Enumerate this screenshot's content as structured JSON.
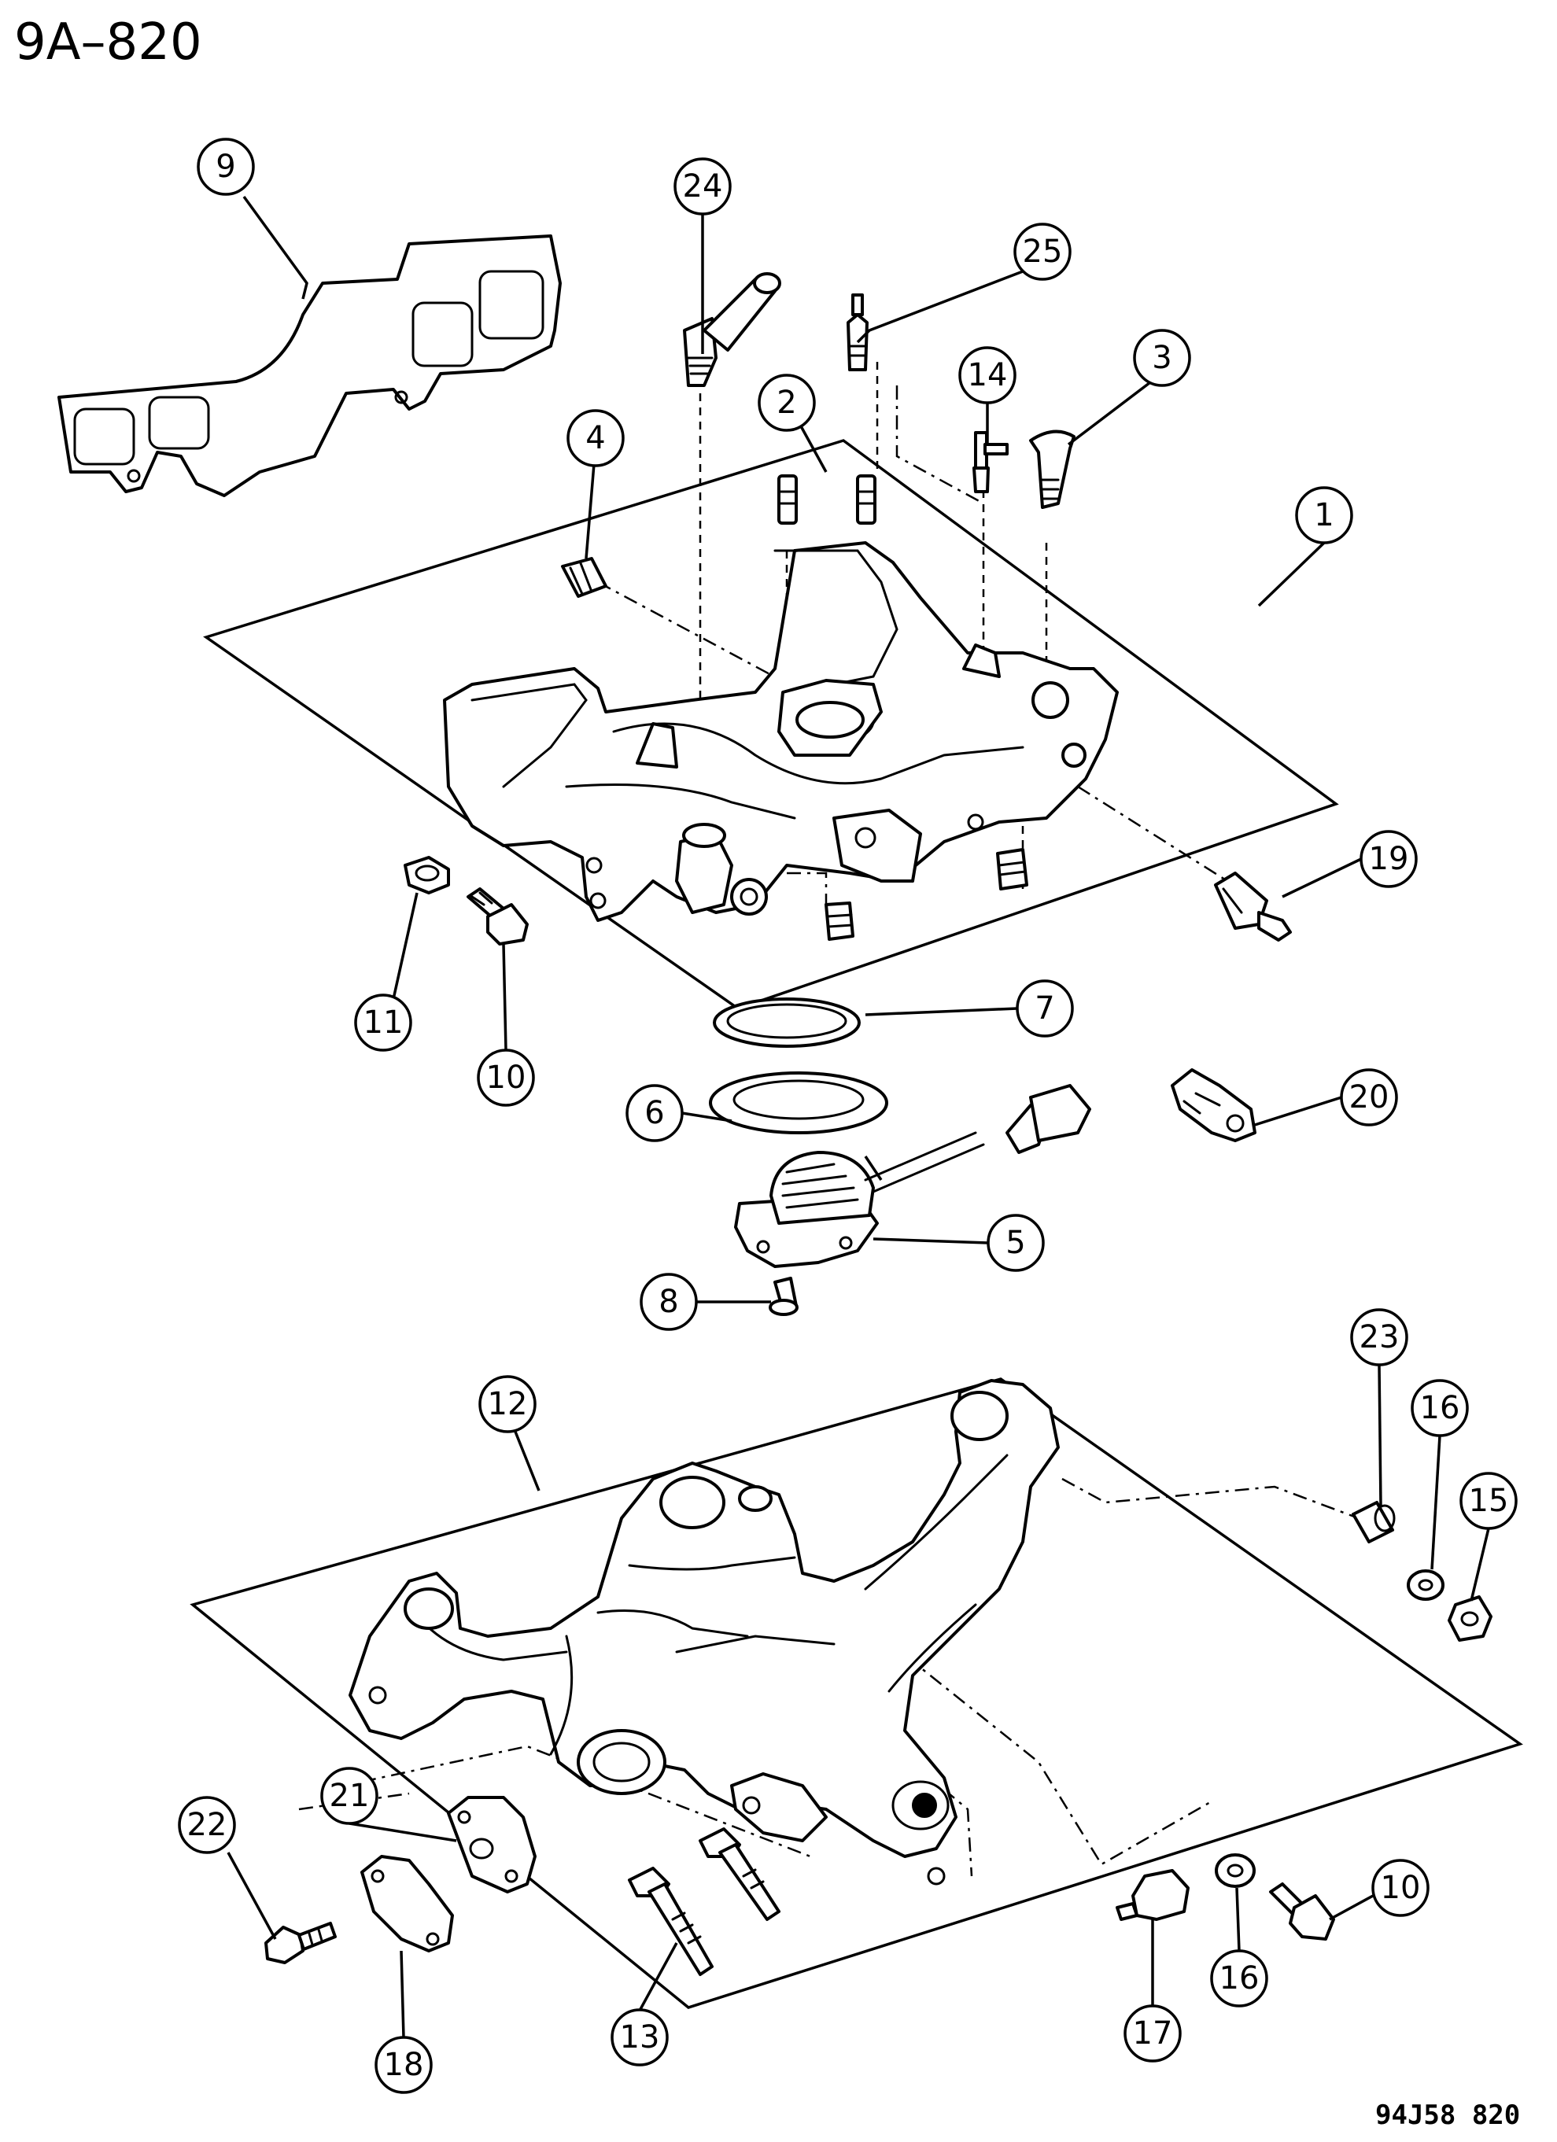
{
  "header": {
    "figure_code": "9A–820"
  },
  "footer": {
    "drawing_code": "94J58  820"
  },
  "callouts": {
    "c1": "1",
    "c2": "2",
    "c3": "3",
    "c4": "4",
    "c5": "5",
    "c6": "6",
    "c7": "7",
    "c8": "8",
    "c9": "9",
    "c10a": "10",
    "c10b": "10",
    "c11": "11",
    "c12": "12",
    "c13": "13",
    "c14": "14",
    "c15": "15",
    "c16a": "16",
    "c16b": "16",
    "c17": "17",
    "c18": "18",
    "c19": "19",
    "c20": "20",
    "c21": "21",
    "c22": "22",
    "c23": "23",
    "c24": "24",
    "c25": "25"
  }
}
